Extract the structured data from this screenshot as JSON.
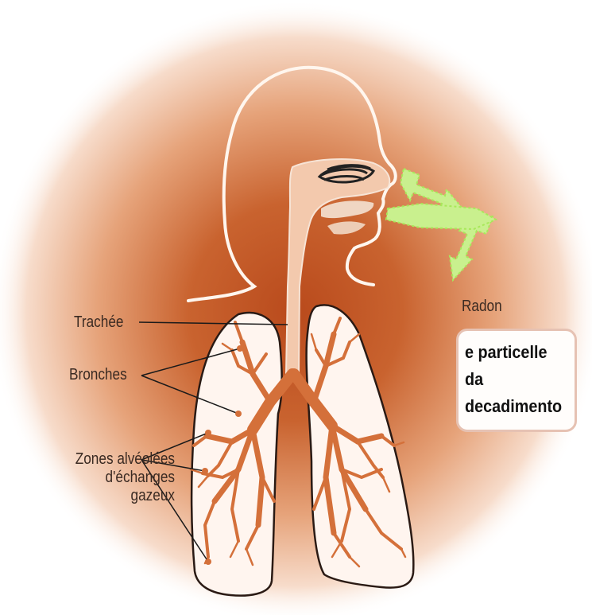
{
  "labels": {
    "trachea": "Trachée",
    "bronchi": "Bronches",
    "alveolar_zones": "Zones alvéolées\nd'échanges\ngazeux",
    "radon": "Radon"
  },
  "callout": {
    "text": "e particelle\nda\n decadimento"
  },
  "colors": {
    "glow": "#b94a1c",
    "lung_tissue": "#d4703a",
    "radon_arrow": "#a8e85a",
    "outline": "#ffffff",
    "callout_border": "#e6c2b3"
  }
}
